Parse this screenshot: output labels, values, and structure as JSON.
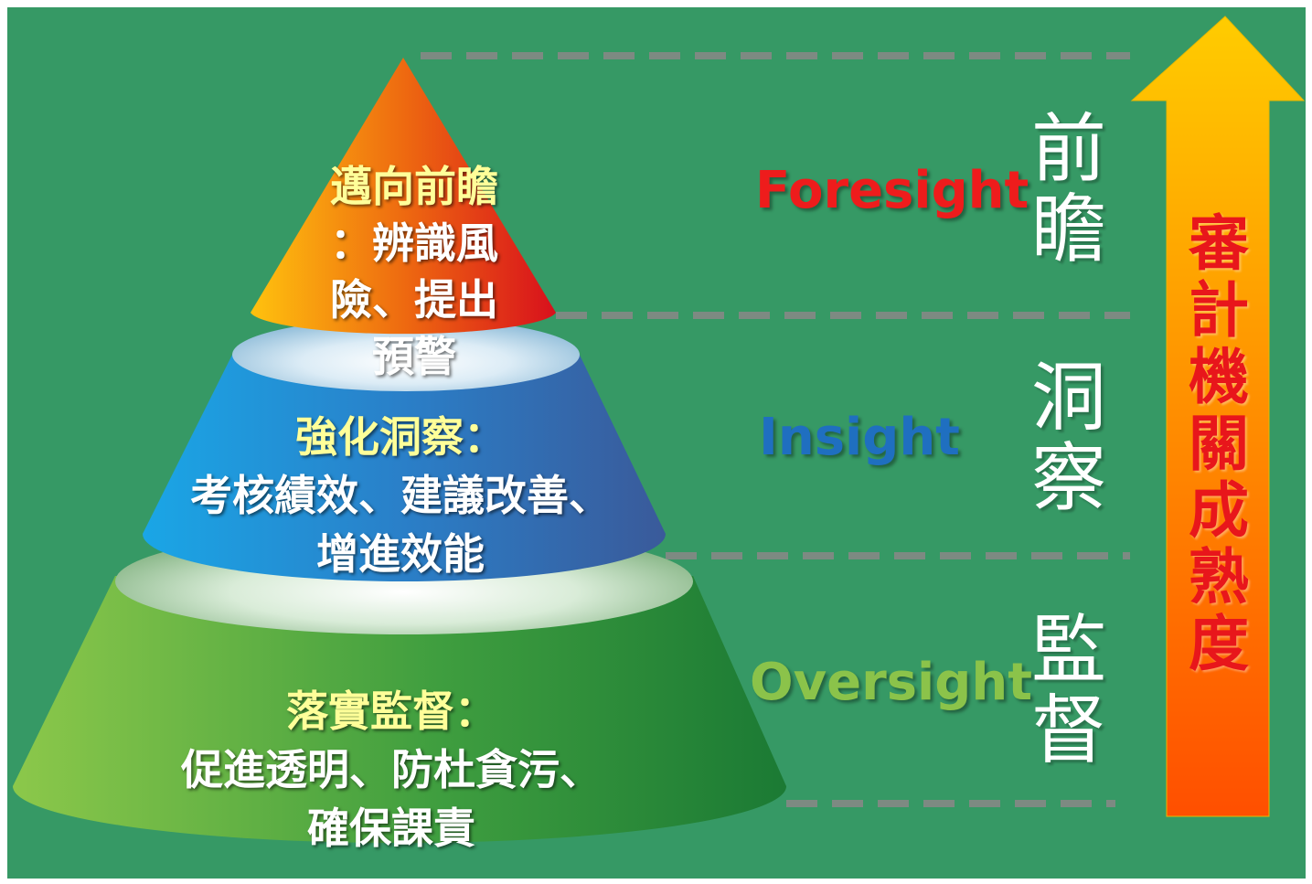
{
  "colors": {
    "background": "#369965",
    "foresight": "#ee1c1c",
    "insight": "#1f6fc0",
    "oversight": "#8bc34a",
    "arrow_top": "#ffcc00",
    "arrow_bottom": "#ff4f00",
    "tier_heading": "#ffff99"
  },
  "pyramid": {
    "top": {
      "heading": "邁向前瞻",
      "lines": [
        "：辨識風",
        "險、提出",
        "預警"
      ]
    },
    "middle": {
      "heading": "強化洞察：",
      "lines": [
        "考核績效、建議改善、",
        "增進效能"
      ]
    },
    "bottom": {
      "heading": "落實監督：",
      "lines": [
        "促進透明、防杜貪污、",
        "確保課責"
      ]
    }
  },
  "levels": [
    {
      "english": "Foresight",
      "chinese": [
        "前",
        "瞻"
      ]
    },
    {
      "english": "Insight",
      "chinese": [
        "洞",
        "察"
      ]
    },
    {
      "english": "Oversight",
      "chinese": [
        "監",
        "督"
      ]
    }
  ],
  "arrow": {
    "label_chars": [
      "審",
      "計",
      "機",
      "關",
      "成",
      "熟",
      "度"
    ]
  }
}
